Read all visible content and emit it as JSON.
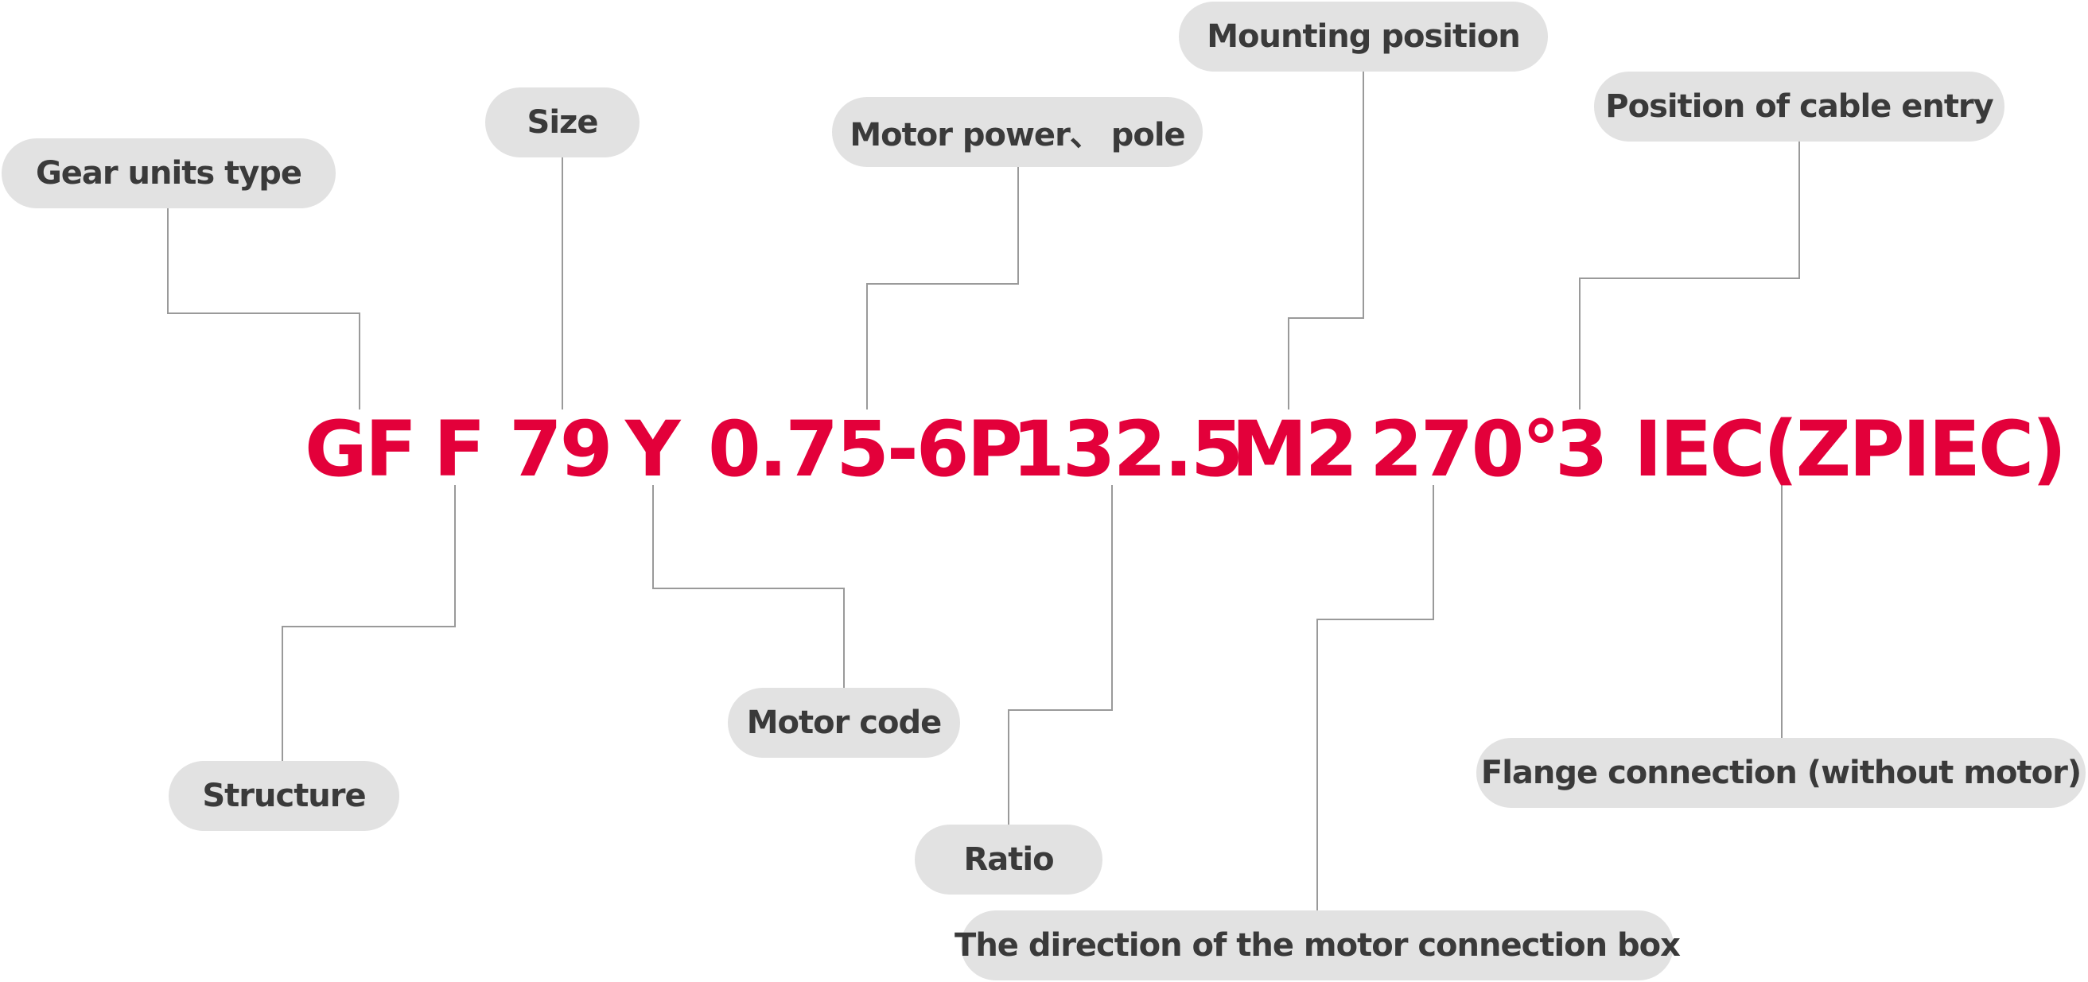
{
  "code_parts": {
    "gear_type": "GF",
    "structure": "F",
    "size": "79",
    "motor_code": "Y",
    "motor_power_pole": "0.75-6P",
    "ratio": "132.5",
    "mounting": "M2",
    "box_direction": "270°",
    "cable_entry": "3",
    "flange": "IEC(ZPIEC)"
  },
  "labels": {
    "gear_units_type": "Gear units type",
    "size": "Size",
    "motor_power_pole": "Motor power、 pole",
    "mounting_position": "Mounting position",
    "cable_entry": "Position of cable entry",
    "structure": "Structure",
    "motor_code": "Motor code",
    "ratio": "Ratio",
    "box_direction": "The direction of the motor connection box",
    "flange": "Flange connection (without motor)"
  },
  "colors": {
    "code_text": "#e3003a",
    "label_bg": "#e2e2e2",
    "label_text": "#3a3a3a",
    "connector": "#9a9a9a"
  }
}
